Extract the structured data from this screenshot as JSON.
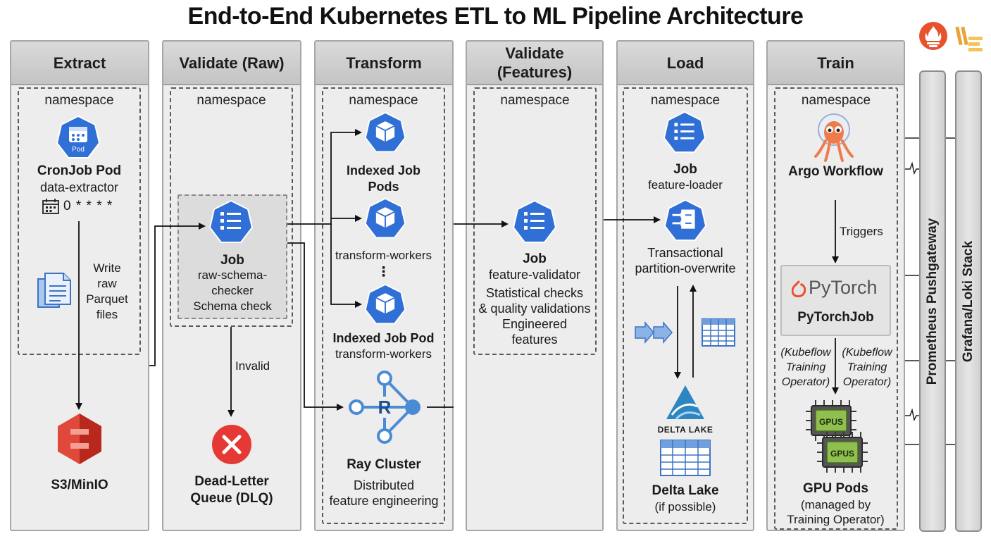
{
  "title": "End-to-End Kubernetes ETL to ML Pipeline Architecture",
  "colors": {
    "k8s_blue": "#2f6fd6",
    "aws_red": "#d13a2a",
    "delta_teal": "#2e86c1",
    "error_red": "#e53935",
    "gpu_green": "#8fbf4f"
  },
  "lanes": {
    "extract": {
      "title": "Extract",
      "namespace": "namespace",
      "pod_icon_text": "Pod",
      "cronjob_title": "CronJob Pod",
      "cronjob_name": "data-extractor",
      "schedule": "0 * * * *",
      "write_line1": "Write",
      "write_line2": "raw",
      "write_line3": "Parquet",
      "write_line4": "files",
      "storage": "S3/MinIO"
    },
    "validate_raw": {
      "title": "Validate (Raw)",
      "namespace": "namespace",
      "job_title": "Job",
      "job_line1": "raw-schema-",
      "job_line2": "checker",
      "job_line3": "Schema check",
      "invalid": "Invalid",
      "dlq_line1": "Dead-Letter",
      "dlq_line2": "Queue (DLQ)"
    },
    "transform": {
      "title": "Transform",
      "namespace": "namespace",
      "indexed_pods_line1": "Indexed Job",
      "indexed_pods_line2": "Pods",
      "workers": "transform-workers",
      "ellipsis": "⋮",
      "indexed_pod": "Indexed Job Pod",
      "indexed_pod_workers": "transform-workers",
      "ray_letter": "R",
      "ray_title": "Ray Cluster",
      "ray_line1": "Distributed",
      "ray_line2": "feature engineering"
    },
    "validate_features": {
      "title_line1": "Validate",
      "title_line2": "(Features)",
      "namespace": "namespace",
      "job_title": "Job",
      "job_name": "feature-validator",
      "desc_line1": "Statistical checks",
      "desc_line2": "& quality validations",
      "desc_line3": "Engineered",
      "desc_line4": "features"
    },
    "load": {
      "title": "Load",
      "namespace": "namespace",
      "job_title": "Job",
      "job_name": "feature-loader",
      "txn_line1": "Transactional",
      "txn_line2": "partition-overwrite",
      "delta_logo": "DELTA LAKE",
      "delta_title": "Delta Lake",
      "delta_note": "(if possible)"
    },
    "train": {
      "title": "Train",
      "namespace": "namespace",
      "argo": "Argo Workflow",
      "triggers": "Triggers",
      "pytorch_logo": "PyTorch",
      "pytorch_job": "PyTorchJob",
      "kubeflow_left_line1": "(Kubeflow",
      "kubeflow_left_line2": "Training",
      "kubeflow_left_line3": "Operator)",
      "kubeflow_right_line1": "(Kubeflow",
      "kubeflow_right_line2": "Training",
      "kubeflow_right_line3": "Operator)",
      "gpu_chip": "GPUS",
      "gpu_title": "GPU Pods",
      "gpu_line1": "(managed by",
      "gpu_line2": "Training Operator)"
    }
  },
  "sidebars": {
    "prometheus": "Prometheus Pushgateway",
    "grafana": "Grafana/Loki Stack"
  }
}
